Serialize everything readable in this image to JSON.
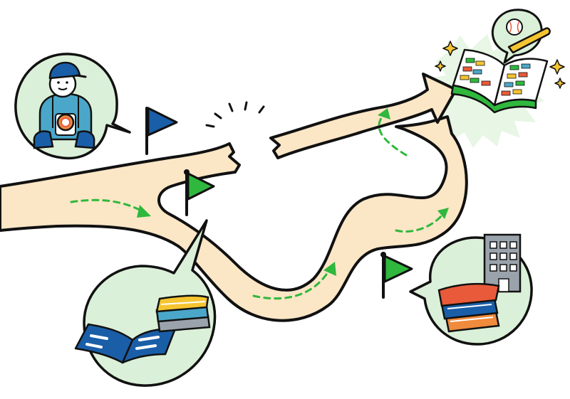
{
  "scene": {
    "description_free": true,
    "elements": {
      "road": {
        "fill": "#fbe6c6",
        "stroke": "#111111"
      },
      "guide_arrows": {
        "color": "#2fb83d"
      },
      "flags": [
        {
          "name": "flag-blue",
          "color": "#1a5ea8"
        },
        {
          "name": "flag-green-junction",
          "color": "#2fb83d"
        },
        {
          "name": "flag-green-right",
          "color": "#2fb83d"
        }
      ],
      "bubbles": {
        "fill": "#dbf0d8",
        "goal_burst_fill": "#e8f6e5"
      },
      "icons": [
        "catcher-player-icon",
        "open-books-icon",
        "stacked-books-icon",
        "school-building-icon",
        "baseball-scorebook-goal-icon",
        "baseball-bat-icon",
        "sparkle-icon"
      ],
      "palette": {
        "blue": "#1a5ea8",
        "orange": "#f08a3c",
        "red": "#e85a3a",
        "yellow": "#f5c531",
        "teal": "#4aa7c9",
        "gray_building": "#9aa3ab"
      }
    }
  }
}
